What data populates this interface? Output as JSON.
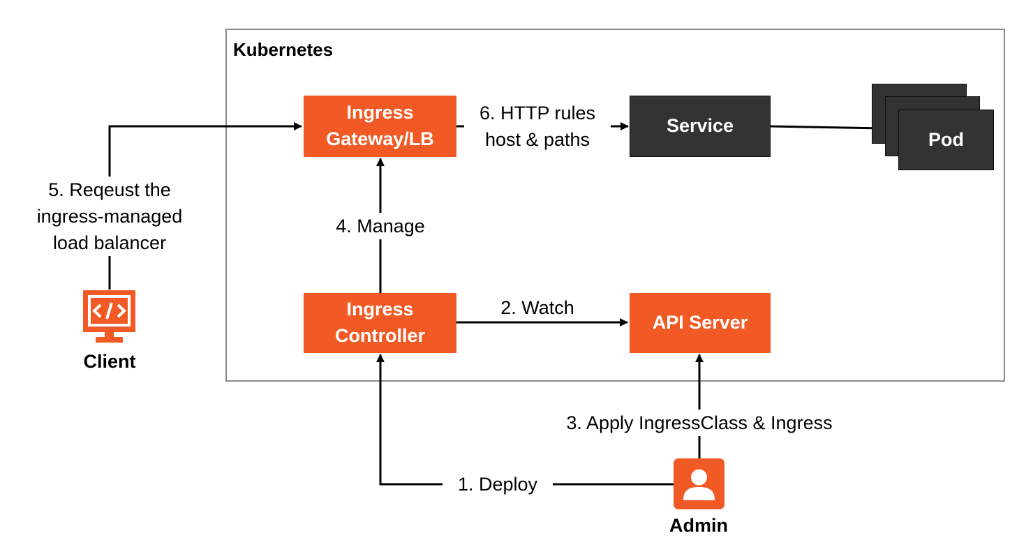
{
  "cluster": {
    "title": "Kubernetes"
  },
  "nodes": {
    "gateway": "Ingress Gateway/LB",
    "service": "Service",
    "pod": "Pod",
    "controller": "Ingress Controller",
    "api_server": "API Server",
    "client": "Client",
    "admin": "Admin"
  },
  "edges": {
    "deploy": "1. Deploy",
    "watch": "2. Watch",
    "apply_line": "3. Apply IngressClass & Ingress",
    "manage": "4. Manage",
    "request_line1": "5. Reqeust the",
    "request_line2": "ingress-managed",
    "request_line3": "load balancer",
    "http_line1": "6. HTTP rules",
    "http_line2": "host & paths"
  },
  "icons": {
    "client": "code-monitor-icon",
    "admin": "user-icon"
  },
  "colors": {
    "accent": "#F15A24",
    "dark": "#333333",
    "frame": "#8c8c8c"
  }
}
